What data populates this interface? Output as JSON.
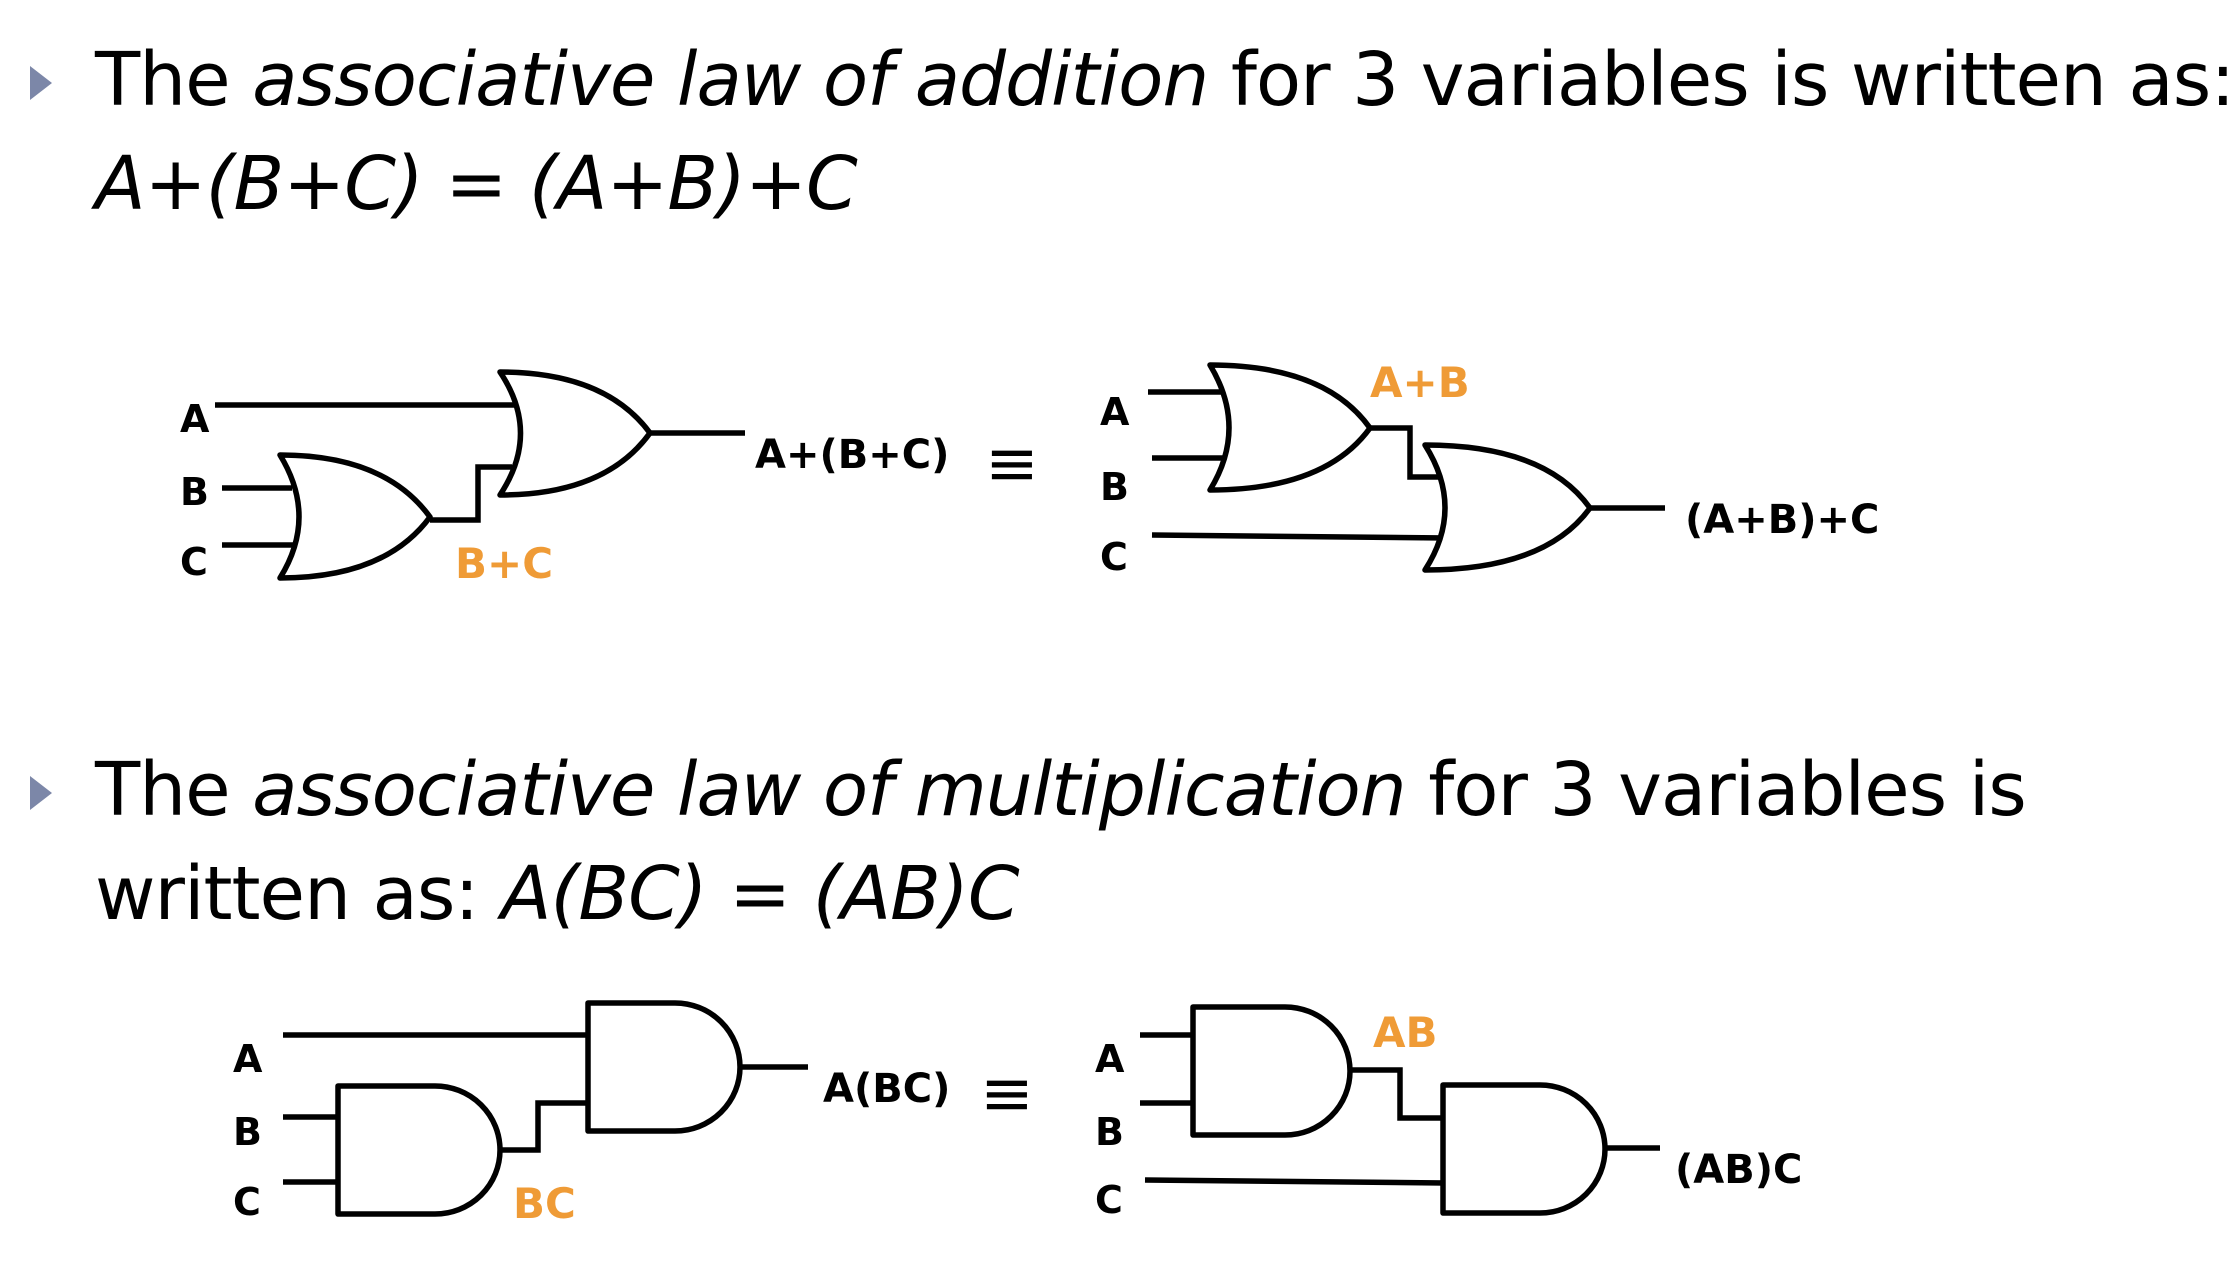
{
  "bullets": [
    {
      "line1": {
        "pre": "The ",
        "em": "associative law of addition",
        "post": " for 3 variables is written as:"
      },
      "line2": {
        "pre": "",
        "em": "A+(B+C) = (A+B)+C",
        "post": ""
      }
    },
    {
      "line1": {
        "pre": "The ",
        "em": "associative law of multiplication",
        "post": " for 3 variables is"
      },
      "line2": {
        "pre": "written as: ",
        "em": "A(BC) = (AB)C",
        "post": ""
      }
    }
  ],
  "diagrams": {
    "or": {
      "left": {
        "inputs": [
          "A",
          "B",
          "C"
        ],
        "intermediate": "B+C",
        "output": "A+(B+C)"
      },
      "equiv": "≡",
      "right": {
        "inputs": [
          "A",
          "B",
          "C"
        ],
        "intermediate": "A+B",
        "output": "(A+B)+C"
      }
    },
    "and": {
      "left": {
        "inputs": [
          "A",
          "B",
          "C"
        ],
        "intermediate": "BC",
        "output": "A(BC)"
      },
      "equiv": "≡",
      "right": {
        "inputs": [
          "A",
          "B",
          "C"
        ],
        "intermediate": "AB",
        "output": "(AB)C"
      }
    }
  },
  "colors": {
    "bullet": "#7c87a8",
    "intermediate_label": "#ef9b36",
    "text": "#000000"
  }
}
